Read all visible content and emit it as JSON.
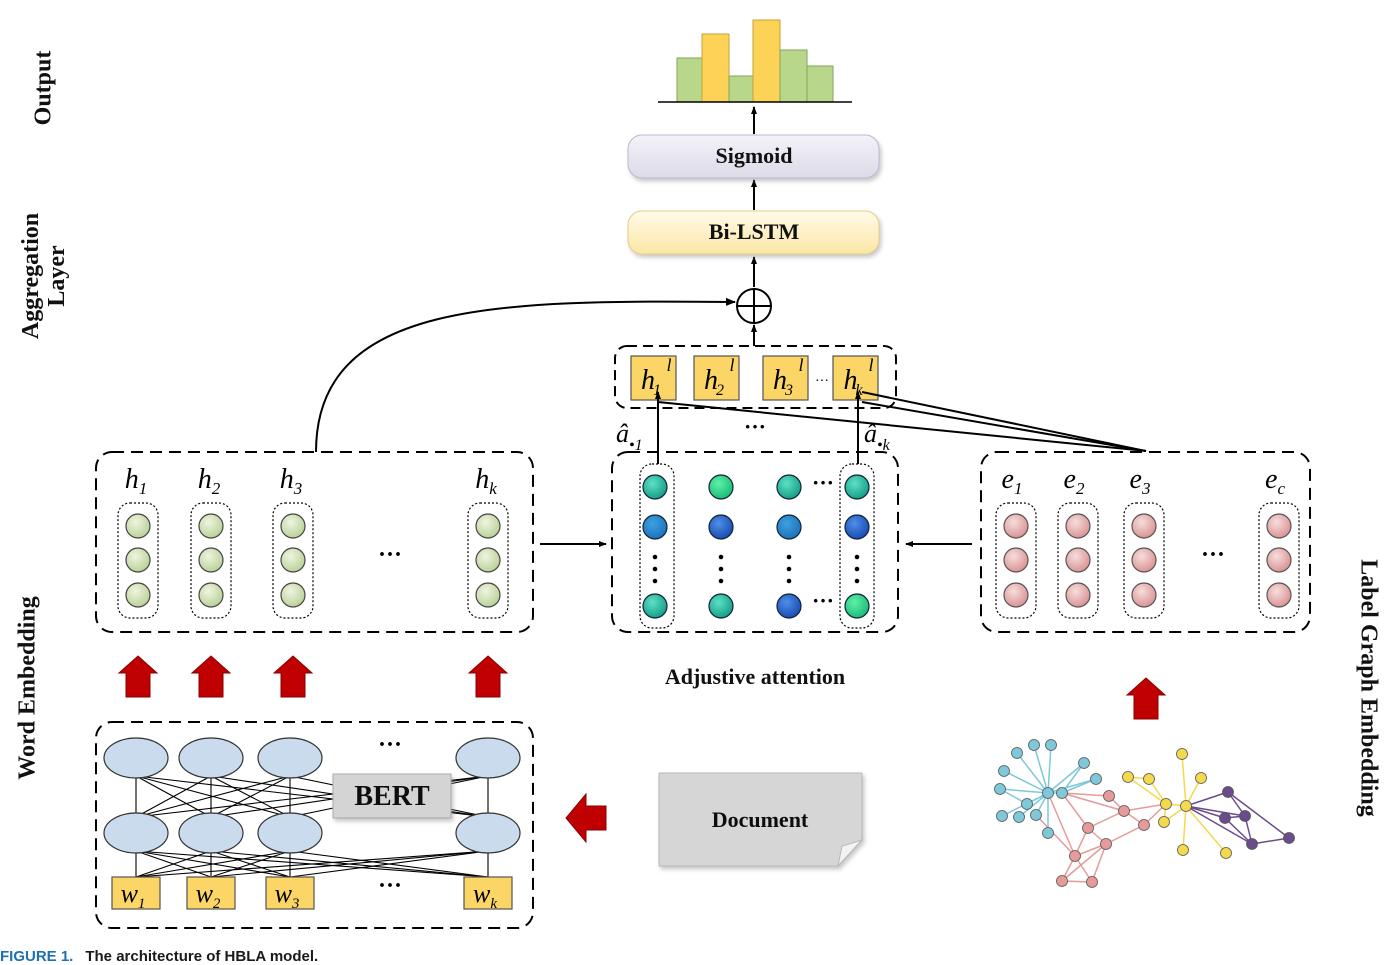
{
  "side_labels": {
    "output": "Output",
    "aggregation": "Aggregation\nLayer",
    "word_embedding": "Word Embedding",
    "label_graph_embedding": "Label Graph Embedding"
  },
  "boxes": {
    "sigmoid": "Sigmoid",
    "bilstm": "Bi-LSTM",
    "bert": "BERT",
    "document": "Document",
    "adjustive_attention": "Adjustive attention"
  },
  "hidden_labels": [
    "h",
    "h",
    "h",
    "h"
  ],
  "hidden_subs": [
    "1",
    "2",
    "3",
    "k"
  ],
  "label_vectors": [
    "e",
    "e",
    "e",
    "e"
  ],
  "label_subs": [
    "1",
    "2",
    "3",
    "c"
  ],
  "word_tokens": [
    "w",
    "w",
    "w",
    "w"
  ],
  "word_subs": [
    "1",
    "2",
    "3",
    "k"
  ],
  "label_hidden": [
    "h",
    "h",
    "h",
    "h"
  ],
  "label_hidden_subs": [
    "1",
    "2",
    "3",
    "k"
  ],
  "label_hidden_sup": "l",
  "attention": {
    "a1_base": "â",
    "a1_sub": "•1",
    "ak_base": "â",
    "ak_sub": "•k"
  },
  "ellipsis": "···",
  "caption": {
    "figure": "FIGURE 1.",
    "text": "The architecture of HBLA model."
  },
  "colors": {
    "hidden_node": "#c4d9a3",
    "label_node": "#e3a3a3",
    "yellow_box": "#fbd667",
    "bert_node": "#c9dbec",
    "arrow_red": "#c00000",
    "teal": "#1fb49a",
    "blue": "#1a5fc8"
  }
}
